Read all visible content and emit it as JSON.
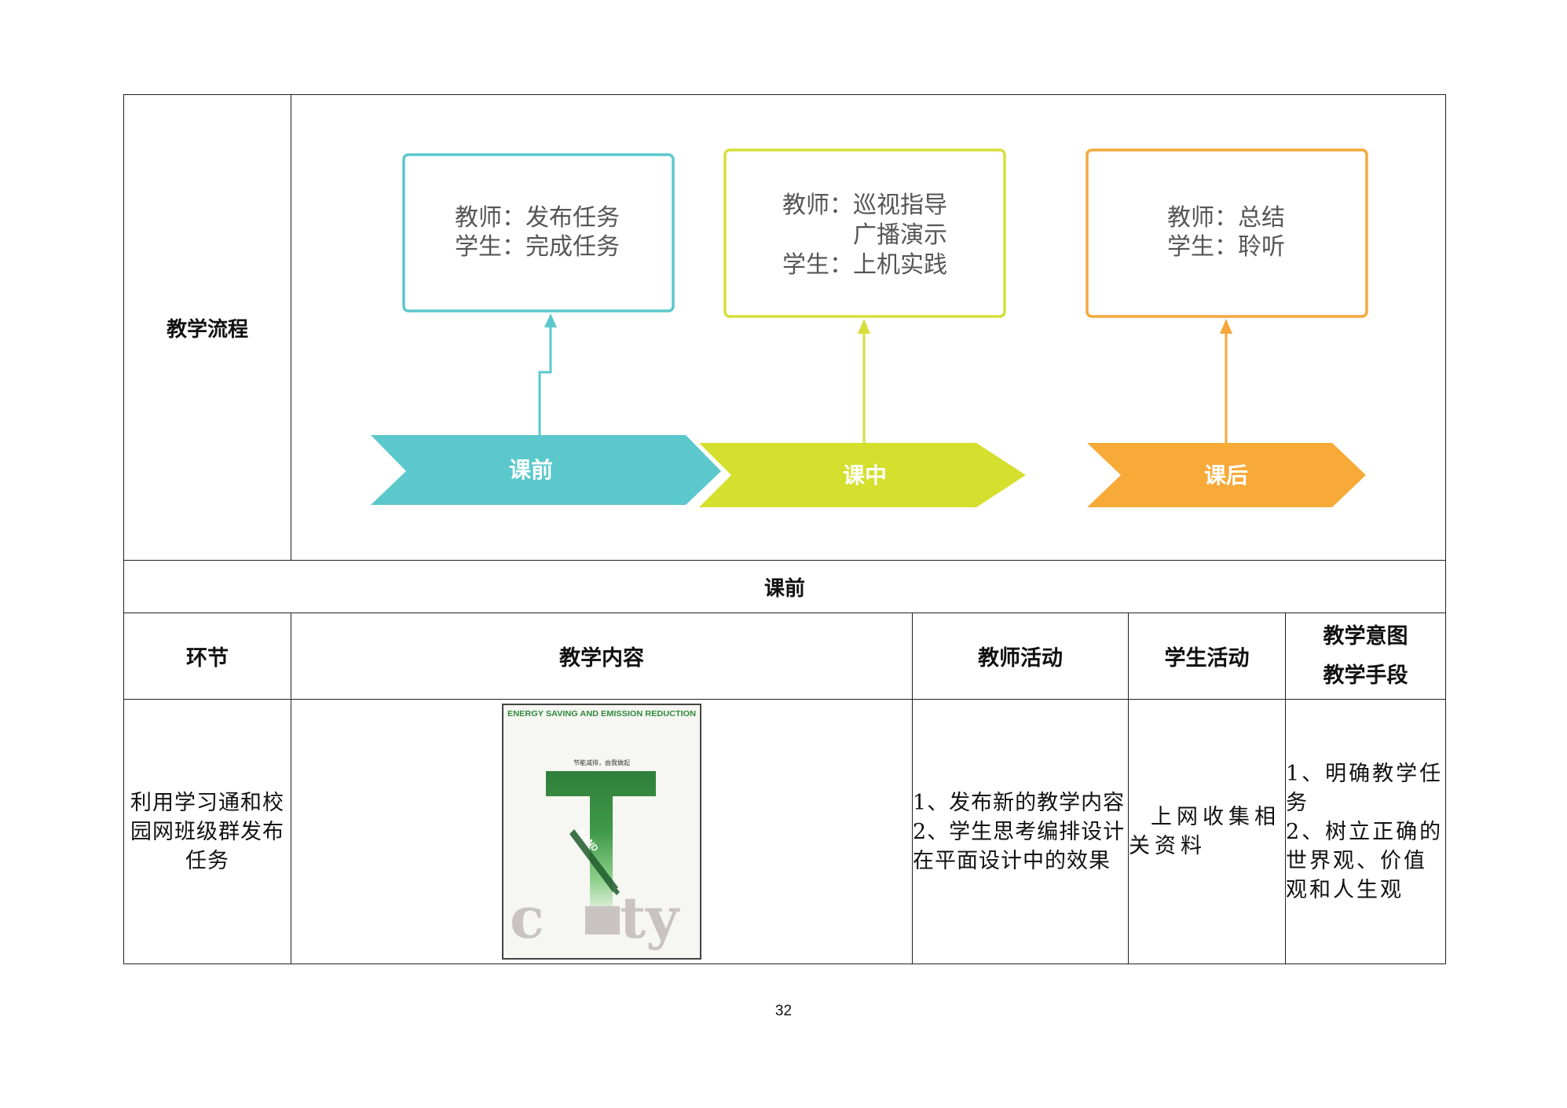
{
  "flow": {
    "label": "教学流程",
    "boxes": [
      {
        "line1": "教师：发布任务",
        "line2": "学生：完成任务",
        "color": "#5bc8cc"
      },
      {
        "line1": "教师：巡视指导",
        "line2": "广播演示",
        "line3": "学生：上机实践",
        "color": "#d5df3a"
      },
      {
        "line1": "教师：总结",
        "line2": "学生：聆听",
        "color": "#f5a83c"
      }
    ],
    "arrows": [
      {
        "label": "课前",
        "color": "#5bc8cc"
      },
      {
        "label": "课中",
        "color": "#d5df2e"
      },
      {
        "label": "课后",
        "color": "#f7aa38"
      }
    ]
  },
  "section_title": "课前",
  "headers": {
    "stage": "环节",
    "content": "教学内容",
    "teacher": "教师活动",
    "student": "学生活动",
    "intent_line1": "教学意图",
    "intent_line2": "教学手段"
  },
  "row": {
    "stage": "利用学习通和校园网班级群发布任务",
    "teacher": "1、发布新的教学内容\n2、学生思考编排设计在平面设计中的效果",
    "student": "上网收集相关资料",
    "intent": "1、明确教学任务\n2、树立正确的世界观、价值观和人生观"
  },
  "poster": {
    "banner": "ENERGY SAVING AND EMISSION REDUCTION",
    "slogan": "节能减排，由我做起",
    "hand_text": "HAND",
    "word_left": "c",
    "word_right": "ty"
  },
  "page_number": "32"
}
